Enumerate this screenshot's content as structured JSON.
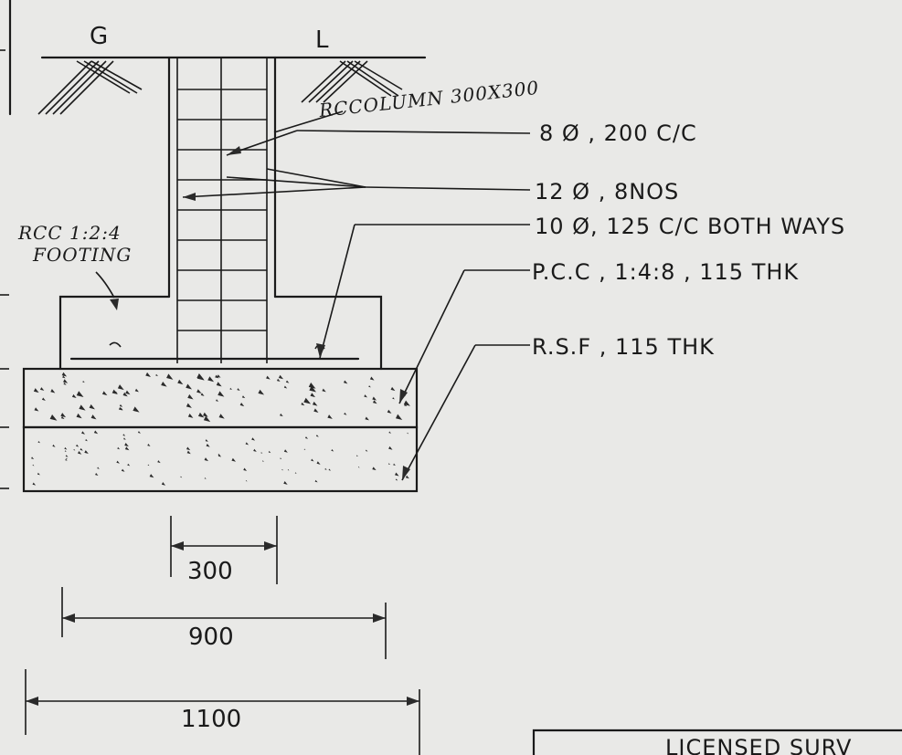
{
  "ground_labels": {
    "left": "G",
    "right": "L"
  },
  "column_label": "RCCOLUMN 300X300",
  "footing_label": {
    "line1": "RCC 1:2:4",
    "line2": "FOOTING"
  },
  "callouts": {
    "stirrups": "8 Ø , 200 C/C",
    "main_bars": "12 Ø , 8NOS",
    "footing_mesh": "10 Ø, 125 C/C BOTH WAYS",
    "pcc": "P.C.C , 1:4:8 , 115 THK",
    "rsf": "R.S.F , 115 THK"
  },
  "dimensions": {
    "column": "300",
    "footing": "900",
    "base": "1100"
  },
  "title_block_text": "LICENSED SURV"
}
